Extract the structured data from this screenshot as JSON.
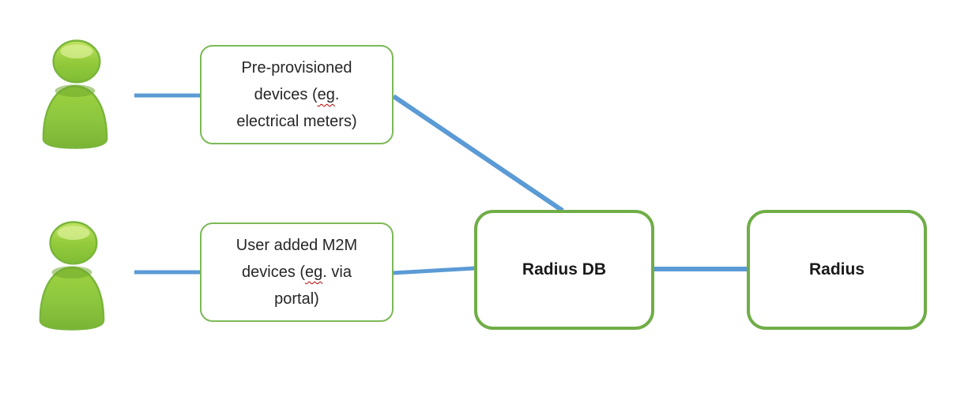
{
  "diagram": {
    "actors": [
      {
        "name": "person-1",
        "icon": "person-icon"
      },
      {
        "name": "person-2",
        "icon": "person-icon"
      }
    ],
    "nodes": {
      "pre_provisioned": {
        "line1": "Pre-provisioned",
        "line2_pre": "devices (",
        "line2_word": "eg",
        "line2_post": ".",
        "line3": "electrical meters)"
      },
      "user_added": {
        "line1": "User added M2M",
        "line2_pre": "devices (",
        "line2_word": "eg",
        "line2_post": ". via",
        "line3": "portal)"
      },
      "radius_db": {
        "label": "Radius DB"
      },
      "radius": {
        "label": "Radius"
      }
    },
    "connections": [
      {
        "from": "person-1",
        "to": "pre-provisioned-devices"
      },
      {
        "from": "person-2",
        "to": "user-added-m2m-devices"
      },
      {
        "from": "pre-provisioned-devices",
        "to": "radius-db"
      },
      {
        "from": "user-added-m2m-devices",
        "to": "radius-db"
      },
      {
        "from": "radius-db",
        "to": "radius"
      }
    ],
    "colors": {
      "background": "#FFFFFF",
      "connector_blue": "#5B9BD5",
      "thin_border_green": "#7CB956",
      "thick_border_green": "#70AD47",
      "person_green": "#8DC63F",
      "text": "#262626",
      "spellcheck_red": "#C00000"
    }
  }
}
